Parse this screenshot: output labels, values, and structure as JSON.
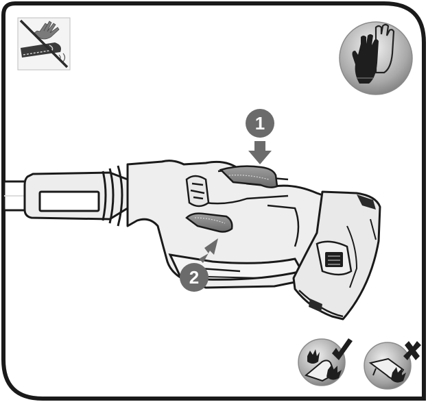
{
  "figure": {
    "steps": [
      {
        "number": "1",
        "action": "press-down"
      },
      {
        "number": "2",
        "action": "press-up"
      }
    ],
    "safety_icons": [
      "no-touch-chain-icon",
      "wear-gloves-icon",
      "two-hand-grip-correct-icon",
      "one-hand-grip-incorrect-icon"
    ],
    "colors": {
      "frame": "#1a1a1a",
      "tool_body": "#e6e6e6",
      "trigger": "#808080",
      "step_badge": "#6b6b6b",
      "badge_grey": "#9a9a9a"
    }
  }
}
